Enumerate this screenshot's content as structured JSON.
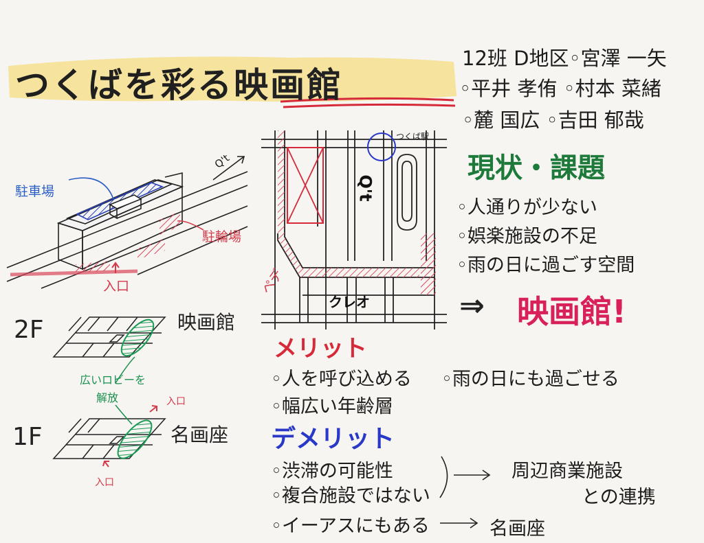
{
  "title": {
    "main": "つくばを彩る",
    "accent": "映画館"
  },
  "team": {
    "line1": "12班 D地区◦宮澤 一矢",
    "line2": "◦平井 孝侑 ◦村本 菜緒",
    "line3": "◦麓 国広  ◦吉田 郁哉"
  },
  "status": {
    "heading": "現状・課題",
    "items": [
      "◦人通りが少ない",
      "◦娯楽施設の不足",
      "◦雨の日に過ごす空間"
    ],
    "arrow": "⇒",
    "conclusion": "映画館!"
  },
  "merits": {
    "heading": "メリット",
    "items": [
      "◦人を呼び込める",
      "◦雨の日にも過ごせる",
      "◦幅広い年齢層"
    ]
  },
  "demerits": {
    "heading": "デメリット",
    "items": [
      "◦渋滞の可能性",
      "◦複合施設ではない",
      "◦イーアスにもある"
    ],
    "result1_line1": "周辺商業施設",
    "result1_line2": "との連携",
    "result2": "名画座"
  },
  "building_labels": {
    "parking": "駐車場",
    "bicycle": "駐輪場",
    "entrance": "入口",
    "qt": "Q't"
  },
  "map_labels": {
    "station": "つくば駅",
    "qt": "Q't",
    "creo": "クレオ",
    "pede": "ペデ"
  },
  "floors": {
    "f2": "2F",
    "f2_name": "映画館",
    "lobby_line1": "広いロビーを",
    "lobby_line2": "解放",
    "entrance_a": "入口",
    "f1": "1F",
    "f1_name": "名画座",
    "entrance_b": "入口"
  },
  "colors": {
    "green": "#1e7a3a",
    "red": "#d62a3a",
    "blue": "#2a38c8",
    "pink": "#d8205a",
    "highlight": "#f2d56a"
  }
}
